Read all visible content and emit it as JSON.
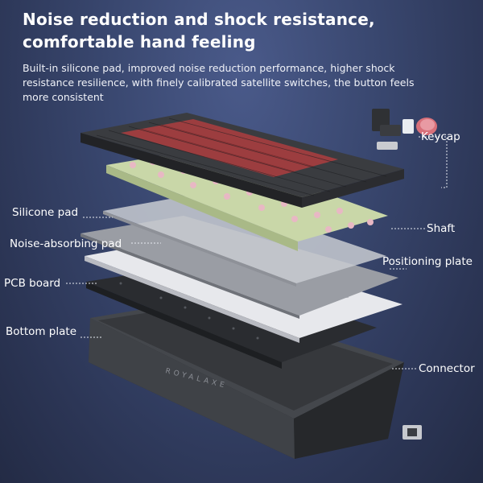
{
  "headline": {
    "line1": "Noise reduction and shock resistance,",
    "line2": "comfortable hand feeling"
  },
  "description": {
    "line1": "Built-in silicone pad, improved noise reduction performance, higher shock",
    "line2": "resistance resilience, with finely calibrated satellite switches, the button feels",
    "line3": "more consistent"
  },
  "labels": {
    "keycap": "Keycap",
    "silicone_pad": "Silicone pad",
    "shaft": "Shaft",
    "noise_absorbing_pad": "Noise-absorbing pad",
    "positioning_plate": "Positioning plate",
    "pcb_board": "PCB board",
    "bottom_plate": "Bottom plate",
    "connector": "Connector"
  },
  "brand": "ROYALAXE",
  "colors": {
    "keycap_red": "#9c3d3f",
    "keycap_dark": "#3a3c40",
    "switch_pink": "#e8b8c4",
    "switch_green": "#c7d9a6",
    "plate_white": "#e9eaee",
    "pcb_dark": "#2b2d30",
    "case_dark": "#3b3d42"
  }
}
